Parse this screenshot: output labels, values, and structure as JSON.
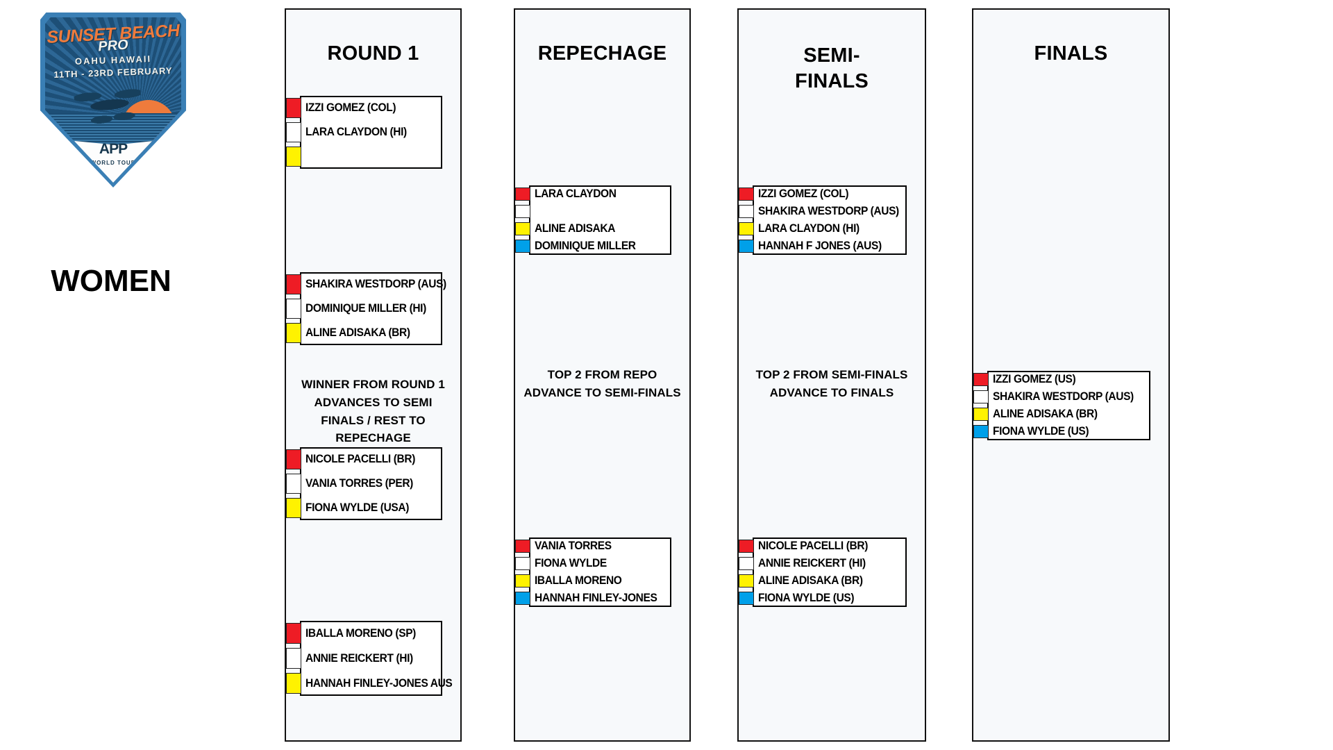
{
  "branding": {
    "badge": {
      "title": "SUNSET BEACH",
      "pro": "PRO",
      "location": "OAHU        HAWAII",
      "dates": "11TH - 23RD FEBRUARY",
      "app": "APP",
      "world_tour": "WORLD TOUR"
    },
    "gender_label": "WOMEN",
    "colors": {
      "badge_blue": "#3a7fb5",
      "badge_dark_blue": "#1d4f77",
      "sun_orange": "#ef7b3c"
    }
  },
  "jersey_colors": {
    "red": "#ee1c25",
    "white": "#ffffff",
    "yellow": "#fff200",
    "blue": "#00a0e9"
  },
  "columns": [
    {
      "id": "round-1",
      "header": "ROUND 1",
      "note": "WINNER FROM ROUND 1 ADVANCES TO SEMI FINALS / REST TO REPECHAGE",
      "heats": [
        {
          "id": "round-1-heat-1",
          "rows": [
            {
              "color": "red",
              "name": "IZZI GOMEZ (COL)"
            },
            {
              "color": "white",
              "name": "LARA CLAYDON (HI)"
            },
            {
              "color": "yellow",
              "name": ""
            }
          ]
        },
        {
          "id": "round-1-heat-2",
          "rows": [
            {
              "color": "red",
              "name": "SHAKIRA WESTDORP (AUS)"
            },
            {
              "color": "white",
              "name": "DOMINIQUE MILLER (HI)"
            },
            {
              "color": "yellow",
              "name": "ALINE ADISAKA (BR)"
            }
          ]
        },
        {
          "id": "round-1-heat-3",
          "rows": [
            {
              "color": "red",
              "name": "NICOLE PACELLI (BR)"
            },
            {
              "color": "white",
              "name": "VANIA TORRES (PER)"
            },
            {
              "color": "yellow",
              "name": "FIONA WYLDE (USA)"
            }
          ]
        },
        {
          "id": "round-1-heat-4",
          "rows": [
            {
              "color": "red",
              "name": "IBALLA MORENO (SP)"
            },
            {
              "color": "white",
              "name": "ANNIE REICKERT (HI)"
            },
            {
              "color": "yellow",
              "name": "HANNAH FINLEY-JONES AUS"
            }
          ]
        }
      ]
    },
    {
      "id": "repechage",
      "header": "REPECHAGE",
      "note": "TOP 2 FROM REPO ADVANCE TO SEMI-FINALS",
      "heats": [
        {
          "id": "repechage-heat-1",
          "rows": [
            {
              "color": "red",
              "name": "LARA CLAYDON"
            },
            {
              "color": "white",
              "name": ""
            },
            {
              "color": "yellow",
              "name": "ALINE ADISAKA"
            },
            {
              "color": "blue",
              "name": "DOMINIQUE MILLER"
            }
          ]
        },
        {
          "id": "repechage-heat-2",
          "rows": [
            {
              "color": "red",
              "name": "VANIA TORRES"
            },
            {
              "color": "white",
              "name": "FIONA WYLDE"
            },
            {
              "color": "yellow",
              "name": "IBALLA MORENO"
            },
            {
              "color": "blue",
              "name": "HANNAH FINLEY-JONES"
            }
          ]
        }
      ]
    },
    {
      "id": "semi-finals",
      "header": "SEMI-\nFINALS",
      "note": "TOP 2 FROM SEMI-FINALS ADVANCE TO FINALS",
      "heats": [
        {
          "id": "semi-finals-heat-1",
          "rows": [
            {
              "color": "red",
              "name": "IZZI GOMEZ (COL)"
            },
            {
              "color": "white",
              "name": "SHAKIRA WESTDORP (AUS)"
            },
            {
              "color": "yellow",
              "name": "LARA CLAYDON (HI)"
            },
            {
              "color": "blue",
              "name": "HANNAH F JONES (AUS)"
            }
          ]
        },
        {
          "id": "semi-finals-heat-2",
          "rows": [
            {
              "color": "red",
              "name": "NICOLE PACELLI (BR)"
            },
            {
              "color": "white",
              "name": "ANNIE REICKERT (HI)"
            },
            {
              "color": "yellow",
              "name": "ALINE ADISAKA (BR)"
            },
            {
              "color": "blue",
              "name": "FIONA WYLDE (US)"
            }
          ]
        }
      ]
    },
    {
      "id": "finals",
      "header": "FINALS",
      "note": "",
      "heats": [
        {
          "id": "finals-heat-1",
          "rows": [
            {
              "color": "red",
              "name": "IZZI GOMEZ (US)"
            },
            {
              "color": "white",
              "name": "SHAKIRA WESTDORP (AUS)"
            },
            {
              "color": "yellow",
              "name": "ALINE ADISAKA (BR)"
            },
            {
              "color": "blue",
              "name": "FIONA WYLDE (US)"
            }
          ]
        }
      ]
    }
  ]
}
